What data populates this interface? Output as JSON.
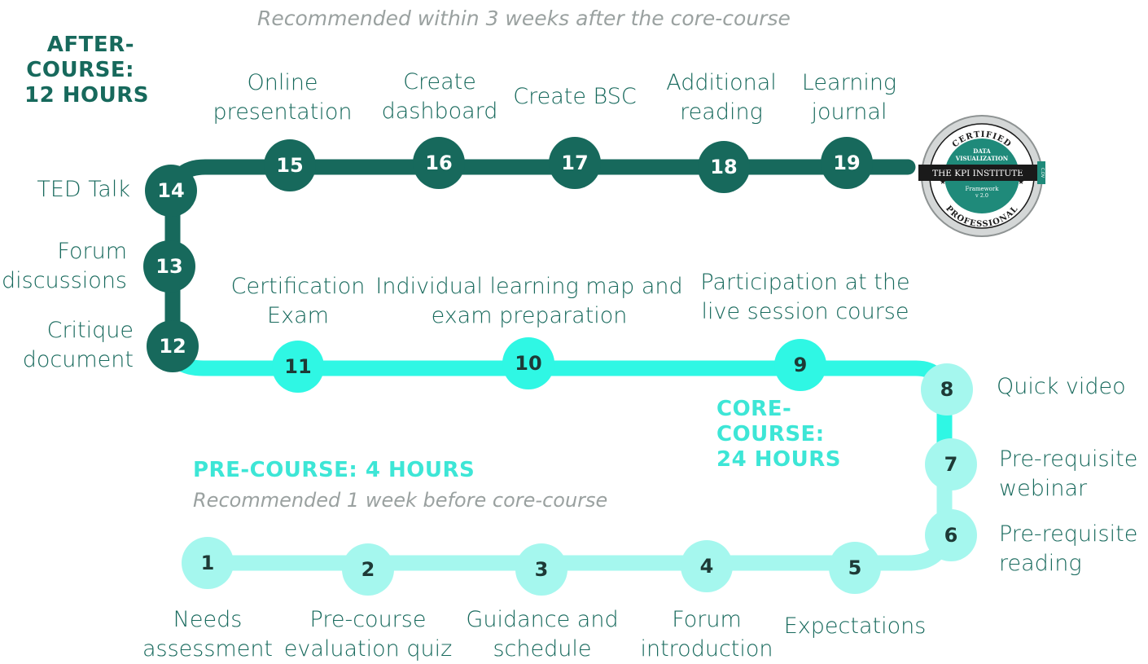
{
  "colors": {
    "after_course": "#17695c",
    "core_course": "#2ff7e4",
    "pre_course": "#a5f7ee",
    "heading_pre": "#3de6d6",
    "subtitle": "#9aa1a0"
  },
  "phases": {
    "after": {
      "title_lines": [
        "AFTER-",
        "COURSE:",
        "12 HOURS"
      ],
      "subtitle": "Recommended within 3 weeks after the core-course"
    },
    "core": {
      "title_lines": [
        "CORE-",
        "COURSE:",
        "24 HOURS"
      ]
    },
    "pre": {
      "title": "PRE-COURSE: 4 HOURS",
      "subtitle": "Recommended 1 week before core-course"
    }
  },
  "steps": [
    {
      "n": "1",
      "label": [
        "Needs",
        "assessment"
      ]
    },
    {
      "n": "2",
      "label": [
        "Pre-course",
        "evaluation quiz"
      ]
    },
    {
      "n": "3",
      "label": [
        "Guidance and",
        "schedule"
      ]
    },
    {
      "n": "4",
      "label": [
        "Forum",
        "introduction"
      ]
    },
    {
      "n": "5",
      "label": [
        "Expectations"
      ]
    },
    {
      "n": "6",
      "label": [
        "Pre-requisite",
        "reading"
      ]
    },
    {
      "n": "7",
      "label": [
        "Pre-requisite",
        "webinar"
      ]
    },
    {
      "n": "8",
      "label": [
        "Quick video"
      ]
    },
    {
      "n": "9",
      "label": [
        "Participation at the",
        "live session course"
      ]
    },
    {
      "n": "10",
      "label": [
        "Individual learning map and",
        "exam preparation"
      ]
    },
    {
      "n": "11",
      "label": [
        "Certification",
        "Exam"
      ]
    },
    {
      "n": "12",
      "label": [
        "Critique",
        "document"
      ]
    },
    {
      "n": "13",
      "label": [
        "Forum",
        "discussions"
      ]
    },
    {
      "n": "14",
      "label": [
        "TED Talk"
      ]
    },
    {
      "n": "15",
      "label": [
        "Online",
        "presentation"
      ]
    },
    {
      "n": "16",
      "label": [
        "Create",
        "dashboard"
      ]
    },
    {
      "n": "17",
      "label": [
        "Create BSC"
      ]
    },
    {
      "n": "18",
      "label": [
        "Additional",
        "reading"
      ]
    },
    {
      "n": "19",
      "label": [
        "Learning",
        "journal"
      ]
    }
  ],
  "badge": {
    "top_text": "CERTIFIED",
    "line1": "DATA",
    "line2": "VISUALIZATION",
    "banner": "THE KPI INSTITUTE",
    "framework": "Framework",
    "version": "v 2.0",
    "bottom_text": "PROFESSIONAL",
    "side_tag": "C.DV"
  }
}
